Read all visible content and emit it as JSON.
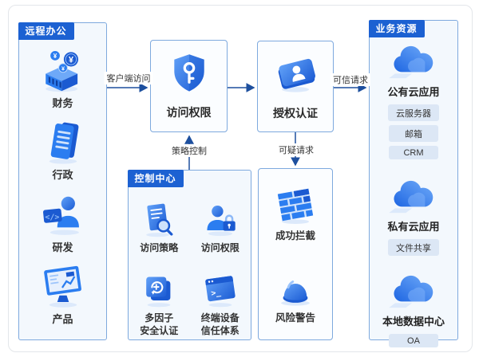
{
  "left_panel": {
    "title": "远程办公",
    "items": [
      {
        "label": "财务",
        "icon": "finance-coins-icon"
      },
      {
        "label": "行政",
        "icon": "documents-icon"
      },
      {
        "label": "研发",
        "icon": "developer-code-icon"
      },
      {
        "label": "产品",
        "icon": "product-monitor-icon"
      }
    ]
  },
  "flow_boxes": [
    {
      "label": "访问权限",
      "icon": "shield-key-icon"
    },
    {
      "label": "授权认证",
      "icon": "id-card-icon"
    }
  ],
  "control_panel": {
    "title": "控制中心",
    "items": [
      {
        "line1": "访问策略",
        "line2": "",
        "icon": "policy-search-icon"
      },
      {
        "line1": "访问权限",
        "line2": "",
        "icon": "user-lock-icon"
      },
      {
        "line1": "多因子",
        "line2": "安全认证",
        "icon": "mfa-refresh-icon"
      },
      {
        "line1": "终端设备",
        "line2": "信任体系",
        "icon": "terminal-icon"
      }
    ]
  },
  "outcome_box": {
    "items": [
      {
        "label": "成功拦截",
        "icon": "firewall-icon"
      },
      {
        "label": "风险警告",
        "icon": "alarm-siren-icon"
      }
    ]
  },
  "right_panel": {
    "title": "业务资源",
    "groups": [
      {
        "label": "公有云应用",
        "icon": "cloud-icon",
        "tags": [
          "云服务器",
          "邮箱",
          "CRM"
        ]
      },
      {
        "label": "私有云应用",
        "icon": "cloud-icon",
        "tags": [
          "文件共享"
        ]
      },
      {
        "label": "本地数据中心",
        "icon": "cloud-icon",
        "tags": [
          "OA"
        ]
      }
    ]
  },
  "arrows": {
    "client_access": "客户端访问",
    "trusted_request": "可信请求",
    "policy_control": "策略控制",
    "suspicious_request": "可疑请求"
  },
  "colors": {
    "accent_blue": "#1c61d2",
    "panel_border": "#7ea9de",
    "panel_bg": "#f3f8fd",
    "arrow": "#1d4f9e",
    "tag_bg": "#dce7f5",
    "icon_primary": "#2b7df0",
    "icon_dark": "#1b5ad1",
    "icon_light": "#9cc4fb"
  }
}
